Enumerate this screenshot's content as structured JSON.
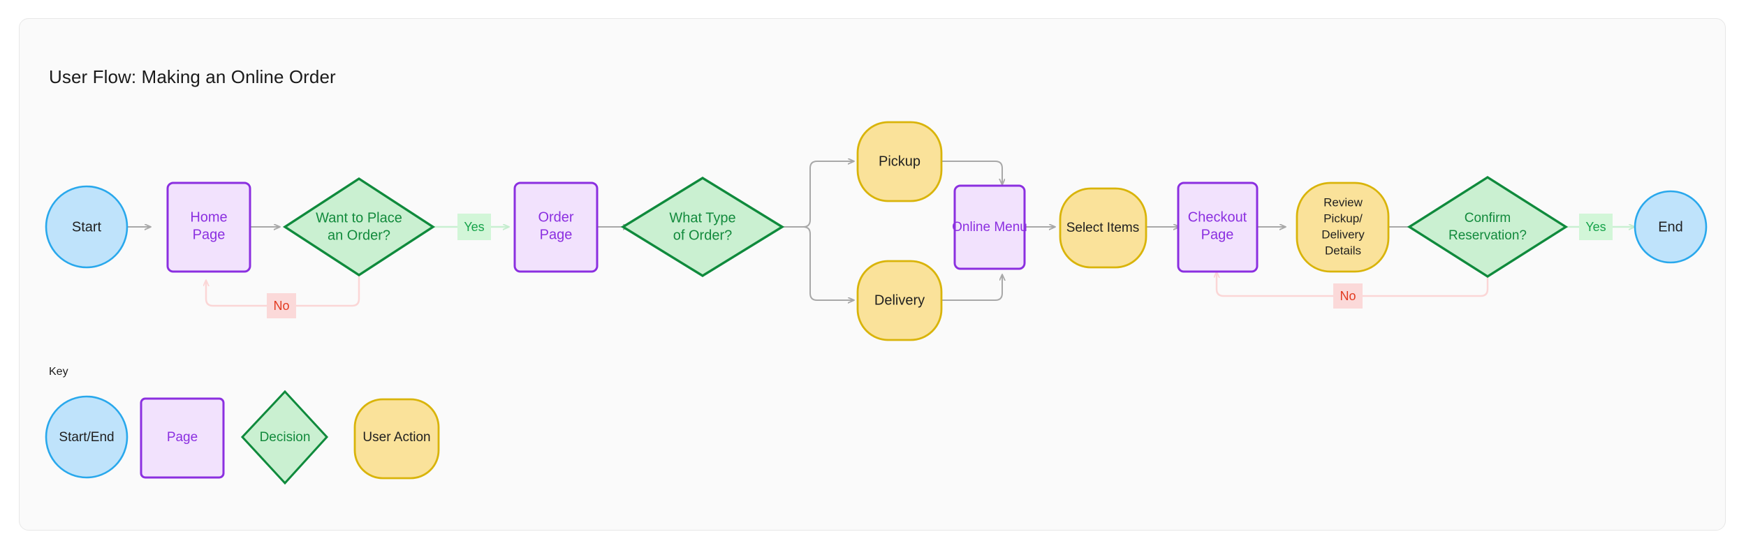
{
  "diagram": {
    "title": "User Flow: Making an Online Order",
    "key_title": "Key"
  },
  "palette": {
    "canvas_bg": "#fafafa",
    "canvas_border": "#e7e7e7",
    "start_end_fill": "#bfe3fb",
    "start_end_stroke": "#29a8ec",
    "page_fill": "#f2e2fd",
    "page_stroke": "#8b2fe0",
    "decision_fill": "#caf0d1",
    "decision_stroke": "#0f8a3c",
    "action_fill": "#fae29a",
    "action_stroke": "#d9b40a",
    "edge_gray": "#a8a8a8",
    "edge_green": "#c9f0d2",
    "edge_pink": "#fbd6d6",
    "yes_badge_fill": "#d2f6d8",
    "yes_badge_text": "#16a34a",
    "no_badge_fill": "#fbd9d9",
    "no_badge_text": "#e23a20"
  },
  "nodes": [
    {
      "id": "start",
      "type": "start-end",
      "label": [
        "Start"
      ]
    },
    {
      "id": "home",
      "type": "page",
      "label": [
        "Home",
        "Page"
      ]
    },
    {
      "id": "want",
      "type": "decision",
      "label": [
        "Want to Place",
        "an Order?"
      ]
    },
    {
      "id": "order",
      "type": "page",
      "label": [
        "Order",
        "Page"
      ]
    },
    {
      "id": "whattype",
      "type": "decision",
      "label": [
        "What Type",
        "of Order?"
      ]
    },
    {
      "id": "pickup",
      "type": "action",
      "label": [
        "Pickup"
      ]
    },
    {
      "id": "delivery",
      "type": "action",
      "label": [
        "Delivery"
      ]
    },
    {
      "id": "menu",
      "type": "page",
      "label": [
        "Online Menu"
      ]
    },
    {
      "id": "select",
      "type": "action",
      "label": [
        "Select Items"
      ]
    },
    {
      "id": "checkout",
      "type": "page",
      "label": [
        "Checkout",
        "Page"
      ]
    },
    {
      "id": "review",
      "type": "action",
      "label": [
        "Review",
        "Pickup/",
        "Delivery",
        "Details"
      ]
    },
    {
      "id": "confirm",
      "type": "decision",
      "label": [
        "Confirm",
        "Reservation?"
      ]
    },
    {
      "id": "end",
      "type": "start-end",
      "label": [
        "End"
      ]
    }
  ],
  "edge_labels": [
    {
      "id": "want-yes",
      "text": "Yes",
      "kind": "yes"
    },
    {
      "id": "want-no",
      "text": "No",
      "kind": "no"
    },
    {
      "id": "confirm-yes",
      "text": "Yes",
      "kind": "yes"
    },
    {
      "id": "confirm-no",
      "text": "No",
      "kind": "no"
    }
  ],
  "legend": [
    {
      "id": "legend-start-end",
      "shape": "ellipse",
      "label": "Start/End"
    },
    {
      "id": "legend-page",
      "shape": "rect",
      "label": "Page"
    },
    {
      "id": "legend-decision",
      "shape": "diamond",
      "label": "Decision"
    },
    {
      "id": "legend-action",
      "shape": "rounded",
      "label": "User Action"
    }
  ]
}
